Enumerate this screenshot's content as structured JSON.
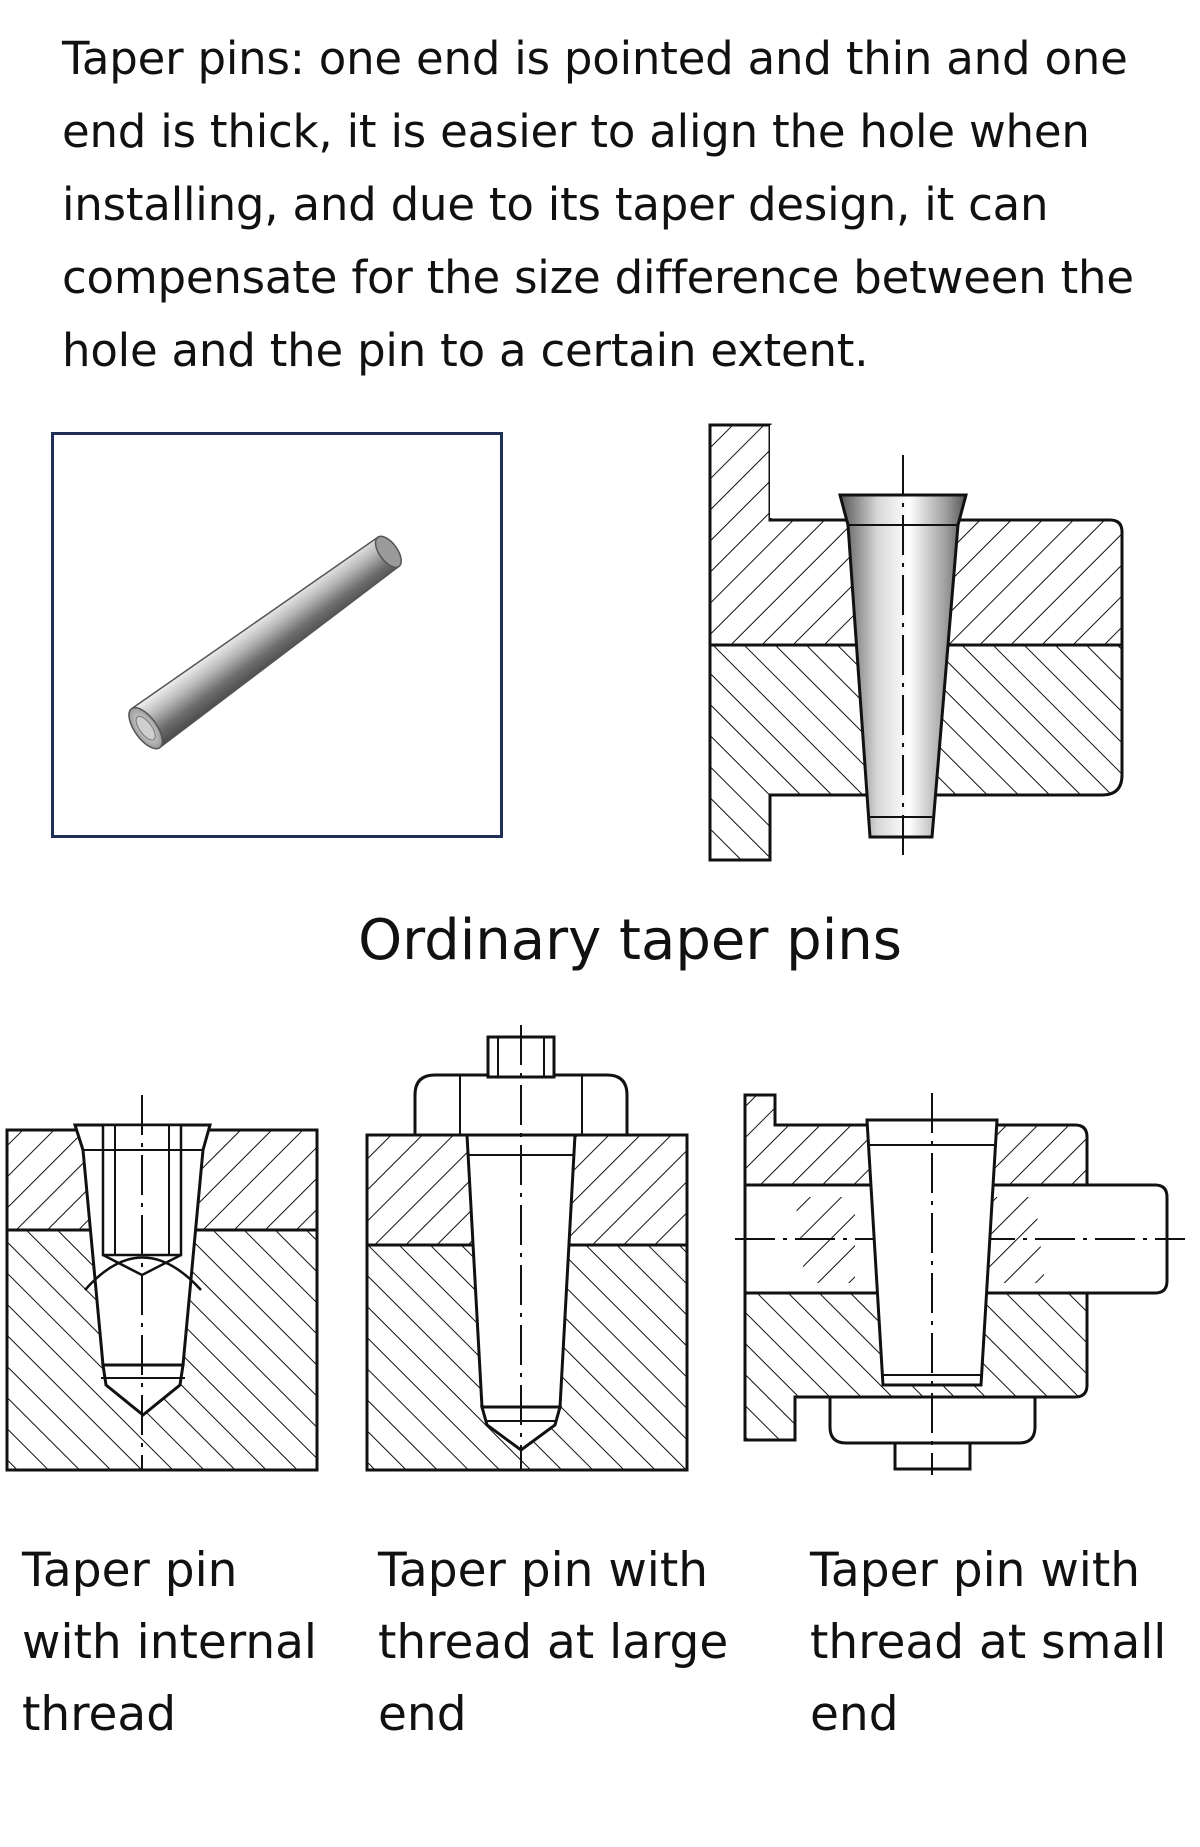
{
  "intro_text": "Taper pins: one end is pointed and thin and one end is thick, it is easier to align the hole when installing, and due to its taper design, it can compensate for the size difference between the hole and the pin to a certain extent.",
  "section_title": "Ordinary taper pins",
  "captions": [
    "Taper pin with internal thread",
    "Taper pin with thread at large end",
    "Taper pin with thread at small end"
  ],
  "colors": {
    "text": "#111111",
    "frame": "#1f2f55",
    "line": "#111111"
  }
}
